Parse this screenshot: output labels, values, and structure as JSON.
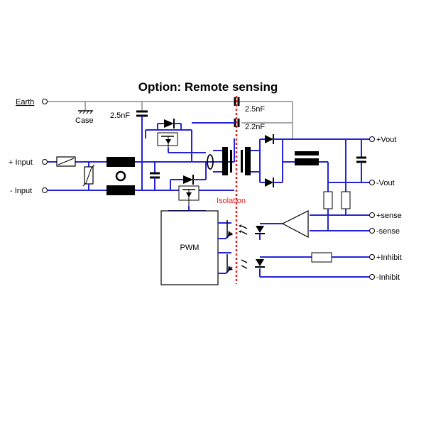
{
  "title": "Option: Remote sensing",
  "labels": {
    "earth": "Earth",
    "case": "Case",
    "cap_left": "2.5nF",
    "cap_top1": "2.5nF",
    "cap_top2": "2.2nF",
    "plus_input": "+ Input",
    "minus_input": "- Input",
    "isolation": "Isolation",
    "pwm": "PWM",
    "plus_vout": "+Vout",
    "minus_vout": "-Vout",
    "plus_sense": "+sense",
    "minus_sense": "-sense",
    "plus_inhibit": "+Inhibit",
    "minus_inhibit": "-Inhibit"
  },
  "colors": {
    "wire": "#2424d6",
    "isolation": "#e02020",
    "ground_wire": "#8c8c8c"
  }
}
